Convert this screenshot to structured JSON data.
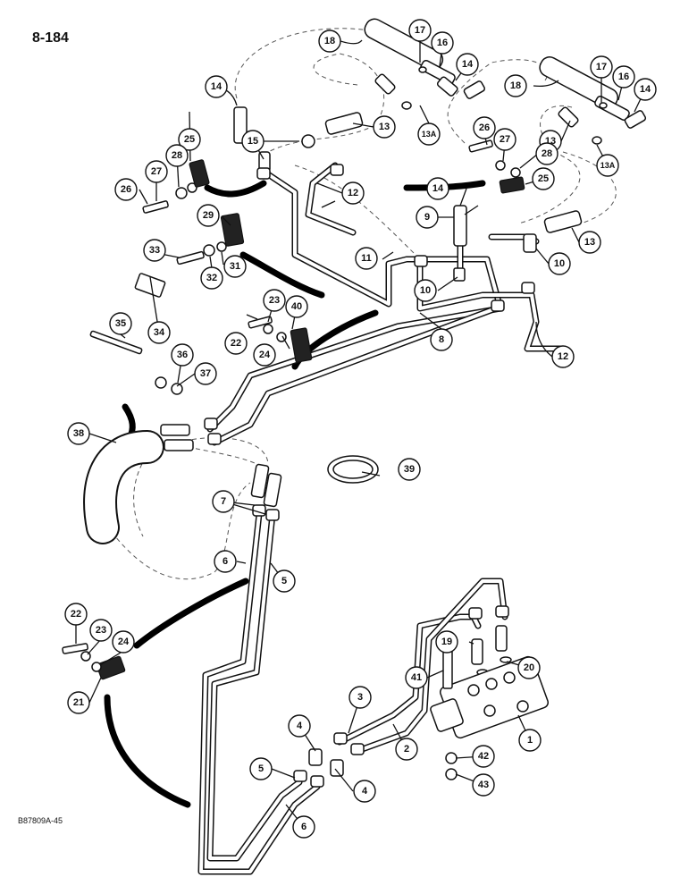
{
  "page_number": "8-184",
  "figure_code": "B87809A-45",
  "callouts": [
    "1",
    "2",
    "3",
    "4",
    "4",
    "5",
    "5",
    "6",
    "6",
    "7",
    "8",
    "9",
    "10",
    "10",
    "11",
    "12",
    "12",
    "13",
    "13",
    "13",
    "13A",
    "13A",
    "14",
    "14",
    "14",
    "14",
    "15",
    "16",
    "16",
    "17",
    "17",
    "18",
    "18",
    "19",
    "20",
    "21",
    "22",
    "22",
    "23",
    "23",
    "24",
    "24",
    "25",
    "25",
    "26",
    "26",
    "27",
    "27",
    "28",
    "28",
    "29",
    "31",
    "32",
    "33",
    "34",
    "35",
    "36",
    "37",
    "38",
    "39",
    "40",
    "41",
    "42",
    "43"
  ]
}
